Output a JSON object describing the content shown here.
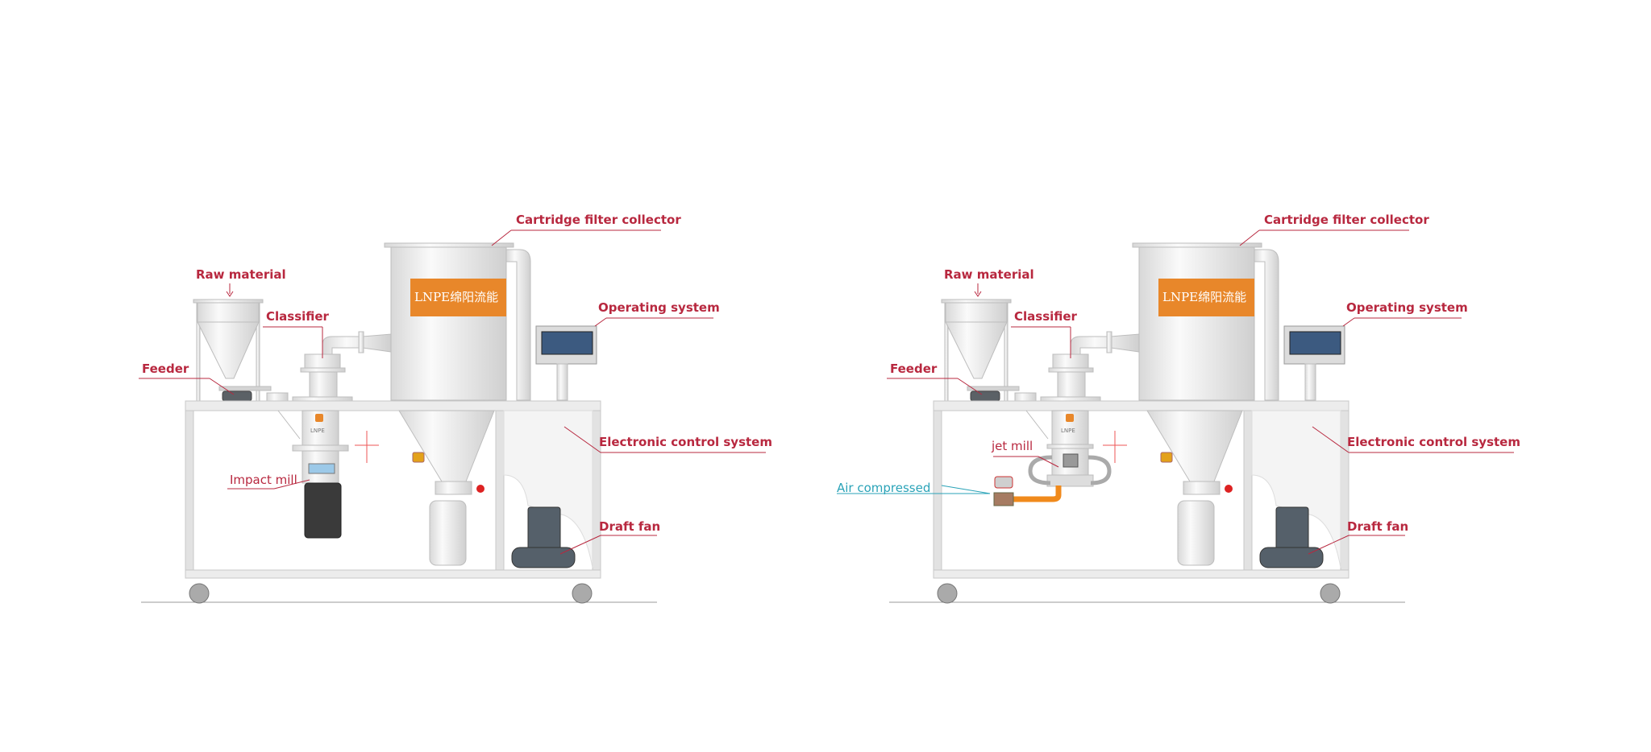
{
  "colors": {
    "label": "#b8283f",
    "air_label": "#2aa3b8",
    "brand_plate": "#e8872a",
    "frame": "#e6e6e6",
    "motor": "#3a3a3a",
    "fan": "#55606a"
  },
  "brand": {
    "plate_text": "LNPE绵阳流能",
    "body_logo": "LNPE"
  },
  "left_machine": {
    "labels": {
      "raw_material": "Raw material",
      "classifier": "Classifier",
      "feeder": "Feeder",
      "cartridge_filter_collector": "Cartridge filter collector",
      "operating_system": "Operating system",
      "electronic_control_system": "Electronic control system",
      "mill": "Impact mill",
      "draft_fan": "Draft fan"
    }
  },
  "right_machine": {
    "labels": {
      "raw_material": "Raw material",
      "classifier": "Classifier",
      "feeder": "Feeder",
      "cartridge_filter_collector": "Cartridge filter collector",
      "operating_system": "Operating system",
      "electronic_control_system": "Electronic control system",
      "mill": "jet mill",
      "air_compressed": "Air compressed",
      "draft_fan": "Draft fan"
    }
  }
}
